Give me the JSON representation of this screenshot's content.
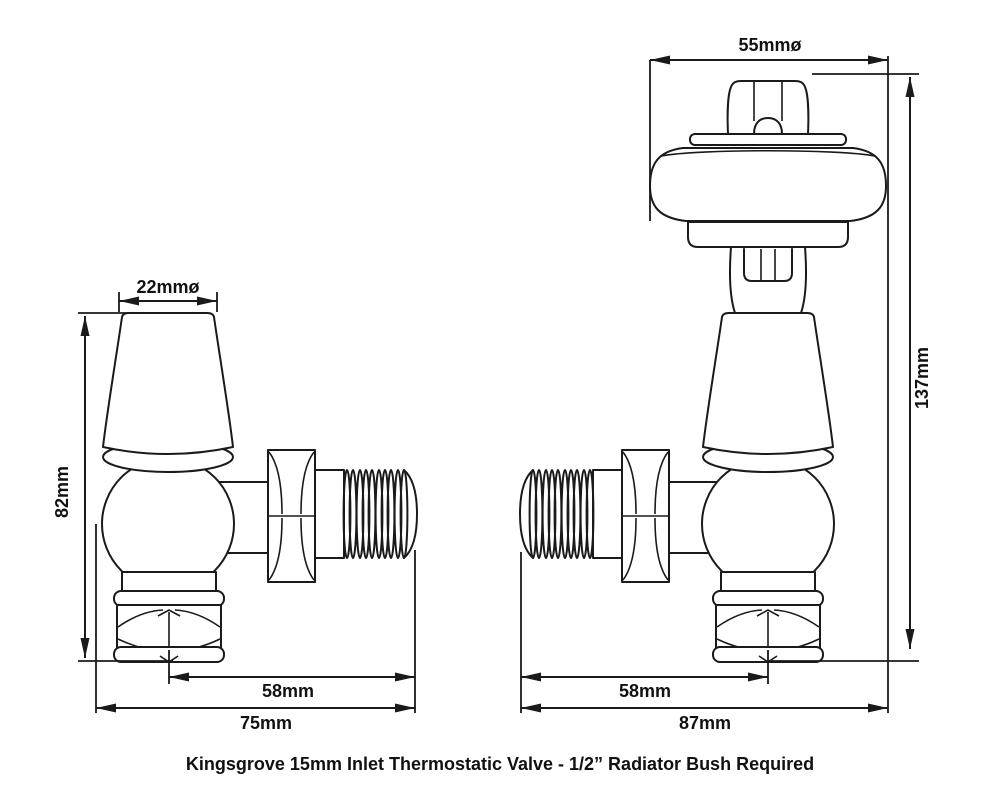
{
  "diagram": {
    "background_color": "#ffffff",
    "line_color": "#1a1a1a",
    "text_color": "#111111",
    "caption": "Kingsgrove 15mm Inlet Thermostatic Valve - 1/2” Radiator Bush Required"
  },
  "left_valve_dims": {
    "knob_diameter": "22mmø",
    "height": "82mm",
    "centre_to_tail": "58mm",
    "overall_width": "75mm"
  },
  "right_valve_dims": {
    "head_diameter": "55mmø",
    "height": "137mm",
    "centre_to_tail": "58mm",
    "overall_width": "87mm"
  }
}
